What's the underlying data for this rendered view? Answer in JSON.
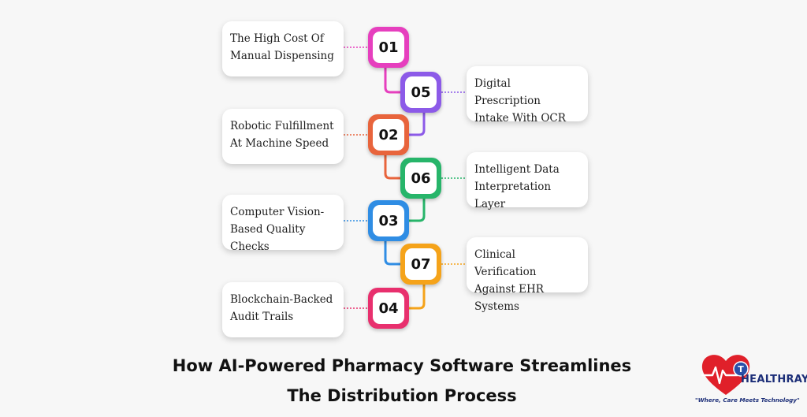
{
  "steps": [
    {
      "num": "01",
      "label": "The High Cost Of\nManual Dispensing",
      "color": "#e63fbe",
      "side": "left"
    },
    {
      "num": "05",
      "label": "Digital Prescription\nIntake With OCR",
      "color": "#8c5ae8",
      "side": "right"
    },
    {
      "num": "02",
      "label": "Robotic Fulfillment\nAt Machine Speed",
      "color": "#e8643c",
      "side": "left"
    },
    {
      "num": "06",
      "label": "Intelligent Data\nInterpretation Layer",
      "color": "#27b56a",
      "side": "right"
    },
    {
      "num": "03",
      "label": "Computer Vision-\nBased Quality Checks",
      "color": "#2f8de4",
      "side": "left"
    },
    {
      "num": "07",
      "label": "Clinical Verification\nAgainst EHR Systems",
      "color": "#f5a31a",
      "side": "right"
    },
    {
      "num": "04",
      "label": "Blockchain-Backed\nAudit Trails",
      "color": "#e8306e",
      "side": "left"
    }
  ],
  "title": {
    "line1": "How AI-Powered Pharmacy Software Streamlines",
    "line2": "The Distribution Process"
  },
  "logo": {
    "name": "HEALTHRAY",
    "tagline": "\"Where, Care Meets Technology\"",
    "heart_color": "#e0202a",
    "text_color": "#1c2e78"
  }
}
